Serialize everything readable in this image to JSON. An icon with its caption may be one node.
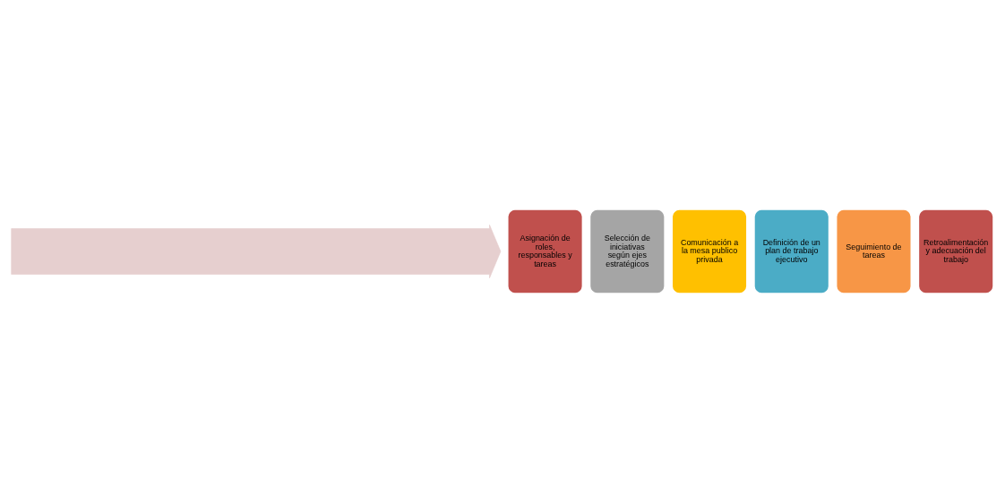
{
  "diagram": {
    "nodes": [
      {
        "text": [],
        "shape": "arrow"
      },
      {
        "text": [
          "Asignación de roles, responsables y tareas"
        ]
      },
      {
        "text": [
          "Selección de iniciativas según ejes estratégicos"
        ]
      },
      {
        "text": [
          "Comunicación a la mesa publico privada"
        ]
      },
      {
        "text": [
          "Definición de un plan de trabajo ejecutivo"
        ]
      },
      {
        "text": [
          "Seguimiento de tareas"
        ]
      },
      {
        "text": [
          "Retroalimentación y adecuación del trabajo"
        ]
      }
    ],
    "edges": []
  }
}
